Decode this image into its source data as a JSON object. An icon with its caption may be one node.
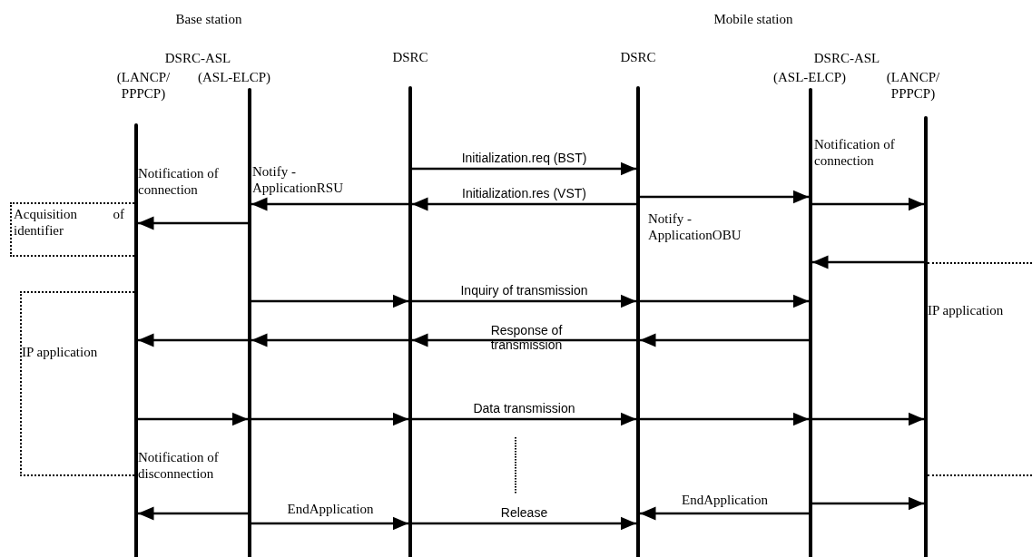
{
  "diagram": {
    "nodes": [
      {
        "text": [
          "(LANCP/ PPPCP)"
        ]
      },
      {
        "text": [
          "(ASL-ELCP)"
        ]
      },
      {
        "text": [
          "DSRC"
        ]
      },
      {
        "text": [
          "DSRC"
        ]
      },
      {
        "text": [
          "(ASL-ELCP)"
        ]
      },
      {
        "text": [
          "(LANCP/ PPPCP)"
        ]
      },
      {
        "text": [
          "Acquisition of identifier"
        ]
      },
      {
        "text": [
          "IP application"
        ]
      },
      {
        "text": [
          "IP application"
        ]
      }
    ],
    "edges": [
      {
        "from": 2,
        "to": 3,
        "arrow": "to",
        "label": "Initialization.req (BST)"
      },
      {
        "from": 3,
        "to": 4,
        "arrow": "to",
        "label": "Notify -ApplicationOBU"
      },
      {
        "from": 4,
        "to": 5,
        "arrow": "to",
        "label": "Notification of connection"
      },
      {
        "from": 3,
        "to": 2,
        "arrow": "to",
        "label": "Initialization.res (VST)"
      },
      {
        "from": 2,
        "to": 1,
        "arrow": "to",
        "label": "Notify -ApplicationRSU"
      },
      {
        "from": 1,
        "to": 0,
        "arrow": "to",
        "label": "Notification of connection"
      },
      {
        "from": 5,
        "to": 4,
        "arrow": "to"
      },
      {
        "from": 1,
        "to": 2,
        "arrow": "to"
      },
      {
        "from": 2,
        "to": 3,
        "arrow": "to",
        "label": "Inquiry of transmission"
      },
      {
        "from": 3,
        "to": 4,
        "arrow": "to"
      },
      {
        "from": 4,
        "to": 3,
        "arrow": "to"
      },
      {
        "from": 3,
        "to": 2,
        "arrow": "to",
        "label": "Response of transmission"
      },
      {
        "from": 2,
        "to": 1,
        "arrow": "to"
      },
      {
        "from": 1,
        "to": 0,
        "arrow": "to"
      },
      {
        "from": 0,
        "to": 1,
        "arrow": "to"
      },
      {
        "from": 1,
        "to": 2,
        "arrow": "to"
      },
      {
        "from": 2,
        "to": 3,
        "arrow": "to",
        "label": "Data transmission"
      },
      {
        "from": 3,
        "to": 4,
        "arrow": "to"
      },
      {
        "from": 4,
        "to": 5,
        "arrow": "to"
      },
      {
        "from": 1,
        "to": 0,
        "arrow": "to",
        "label": "Notification of disconnection"
      },
      {
        "from": 1,
        "to": 2,
        "arrow": "to",
        "label": "EndApplication"
      },
      {
        "from": 2,
        "to": 3,
        "arrow": "to",
        "label": "Release"
      },
      {
        "from": 4,
        "to": 3,
        "arrow": "to",
        "label": "EndApplication"
      },
      {
        "from": 4,
        "to": 5,
        "arrow": "to"
      }
    ],
    "labels": [
      "Base station",
      "Mobile station",
      "DSRC-ASL",
      "DSRC-ASL"
    ]
  }
}
